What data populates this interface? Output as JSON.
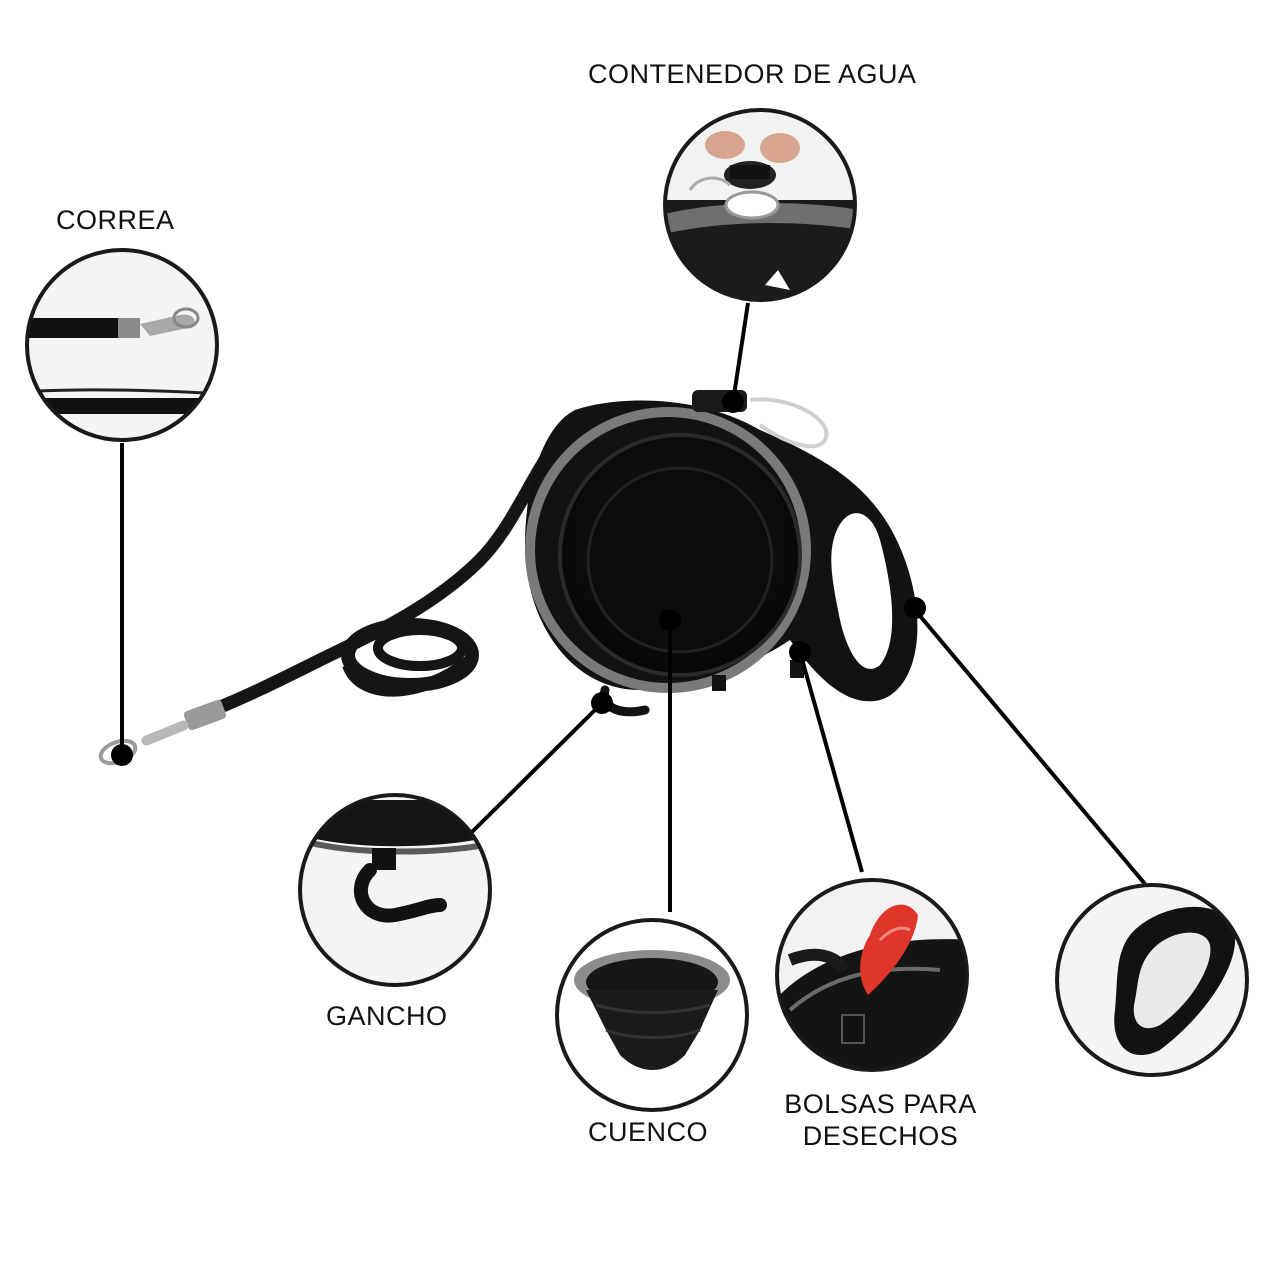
{
  "labels": {
    "water_container": "CONTENEDOR DE AGUA",
    "leash": "CORREA",
    "hook": "GANCHO",
    "bowl": "CUENCO",
    "waste_bags_line1": "BOLSAS PARA",
    "waste_bags_line2": "DESECHOS"
  },
  "colors": {
    "device": "#121212",
    "device_rim": "#7a7a7a",
    "leader_line": "#000000",
    "circle_border": "#1a1a1a",
    "bag_accent": "#e0352b"
  }
}
